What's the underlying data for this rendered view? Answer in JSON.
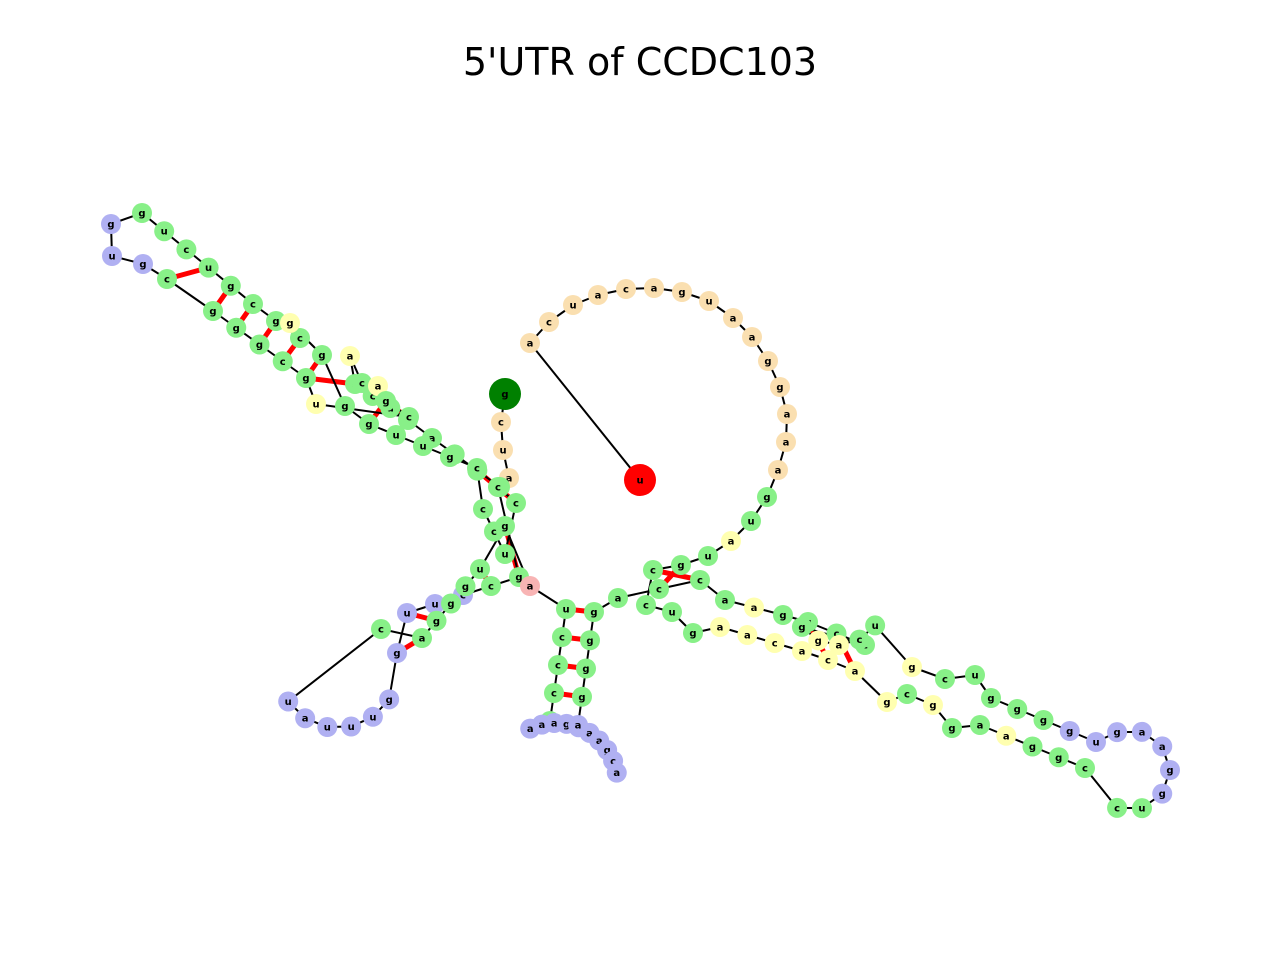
{
  "title": "5'UTR of CCDC103",
  "colors": {
    "stem": "#88f088",
    "hairpin_loop": "#b0b0f2",
    "internal_loop": "#ffffb0",
    "exterior": "#fadfb0",
    "multiloop": "#f8b4b4",
    "start_marker": "#008000",
    "end_marker": "#ff0000",
    "pair_bond": "#ff0000",
    "backbone": "#000000"
  },
  "nucleotides": [
    {
      "base": "g",
      "type": "start"
    },
    {
      "base": "c",
      "type": "exterior"
    },
    {
      "base": "u",
      "type": "exterior"
    },
    {
      "base": "a",
      "type": "exterior"
    },
    {
      "base": "g",
      "type": "stem"
    },
    {
      "base": "c",
      "type": "stem"
    },
    {
      "base": "g",
      "type": "stem"
    },
    {
      "base": "a",
      "type": "stem"
    },
    {
      "base": "c",
      "type": "stem"
    },
    {
      "base": "a",
      "type": "stem"
    },
    {
      "base": "c",
      "type": "stem"
    },
    {
      "base": "c",
      "type": "stem"
    },
    {
      "base": "a",
      "type": "internal"
    },
    {
      "base": "c",
      "type": "stem"
    },
    {
      "base": "a",
      "type": "internal"
    },
    {
      "base": "g",
      "type": "stem"
    },
    {
      "base": "c",
      "type": "stem"
    },
    {
      "base": "u",
      "type": "internal"
    },
    {
      "base": "g",
      "type": "stem"
    },
    {
      "base": "c",
      "type": "stem"
    },
    {
      "base": "g",
      "type": "stem"
    },
    {
      "base": "g",
      "type": "stem"
    },
    {
      "base": "g",
      "type": "stem"
    },
    {
      "base": "c",
      "type": "stem"
    },
    {
      "base": "g",
      "type": "hairpin"
    },
    {
      "base": "u",
      "type": "hairpin"
    },
    {
      "base": "g",
      "type": "hairpin"
    },
    {
      "base": "g",
      "type": "stem"
    },
    {
      "base": "u",
      "type": "stem"
    },
    {
      "base": "c",
      "type": "stem"
    },
    {
      "base": "u",
      "type": "stem"
    },
    {
      "base": "g",
      "type": "stem"
    },
    {
      "base": "c",
      "type": "stem"
    },
    {
      "base": "g",
      "type": "stem"
    },
    {
      "base": "c",
      "type": "stem"
    },
    {
      "base": "g",
      "type": "internal"
    },
    {
      "base": "g",
      "type": "stem"
    },
    {
      "base": "g",
      "type": "stem"
    },
    {
      "base": "g",
      "type": "stem"
    },
    {
      "base": "u",
      "type": "stem"
    },
    {
      "base": "u",
      "type": "stem"
    },
    {
      "base": "g",
      "type": "stem"
    },
    {
      "base": "c",
      "type": "stem"
    },
    {
      "base": "c",
      "type": "stem"
    },
    {
      "base": "c",
      "type": "stem"
    },
    {
      "base": "u",
      "type": "stem"
    },
    {
      "base": "c",
      "type": "stem"
    },
    {
      "base": "c",
      "type": "stem"
    },
    {
      "base": "g",
      "type": "stem"
    },
    {
      "base": "c",
      "type": "stem"
    },
    {
      "base": "c",
      "type": "hairpin"
    },
    {
      "base": "u",
      "type": "hairpin"
    },
    {
      "base": "u",
      "type": "hairpin"
    },
    {
      "base": "g",
      "type": "hairpin"
    },
    {
      "base": "g",
      "type": "hairpin"
    },
    {
      "base": "u",
      "type": "hairpin"
    },
    {
      "base": "u",
      "type": "hairpin"
    },
    {
      "base": "u",
      "type": "hairpin"
    },
    {
      "base": "a",
      "type": "hairpin"
    },
    {
      "base": "u",
      "type": "hairpin"
    },
    {
      "base": "c",
      "type": "stem"
    },
    {
      "base": "a",
      "type": "stem"
    },
    {
      "base": "g",
      "type": "stem"
    },
    {
      "base": "g",
      "type": "stem"
    },
    {
      "base": "g",
      "type": "stem"
    },
    {
      "base": "u",
      "type": "stem"
    },
    {
      "base": "g",
      "type": "stem"
    },
    {
      "base": "a",
      "type": "multiloop"
    },
    {
      "base": "u",
      "type": "stem"
    },
    {
      "base": "c",
      "type": "stem"
    },
    {
      "base": "c",
      "type": "stem"
    },
    {
      "base": "c",
      "type": "stem"
    },
    {
      "base": "c",
      "type": "stem"
    },
    {
      "base": "a",
      "type": "hairpin"
    },
    {
      "base": "a",
      "type": "hairpin"
    },
    {
      "base": "a",
      "type": "hairpin"
    },
    {
      "base": "g",
      "type": "hairpin"
    },
    {
      "base": "a",
      "type": "hairpin"
    },
    {
      "base": "a",
      "type": "hairpin"
    },
    {
      "base": "a",
      "type": "hairpin"
    },
    {
      "base": "g",
      "type": "hairpin"
    },
    {
      "base": "c",
      "type": "hairpin"
    },
    {
      "base": "a",
      "type": "hairpin"
    },
    {
      "base": "a",
      "type": "hairpin"
    },
    {
      "base": "g",
      "type": "stem"
    },
    {
      "base": "g",
      "type": "stem"
    },
    {
      "base": "g",
      "type": "stem"
    },
    {
      "base": "g",
      "type": "stem"
    },
    {
      "base": "a",
      "type": "stem"
    },
    {
      "base": "c",
      "type": "stem"
    },
    {
      "base": "c",
      "type": "stem"
    },
    {
      "base": "a",
      "type": "stem"
    },
    {
      "base": "a",
      "type": "internal"
    },
    {
      "base": "g",
      "type": "stem"
    },
    {
      "base": "g",
      "type": "stem"
    },
    {
      "base": "c",
      "type": "stem"
    },
    {
      "base": "c",
      "type": "stem"
    },
    {
      "base": "g",
      "type": "stem"
    },
    {
      "base": "g",
      "type": "internal"
    },
    {
      "base": "a",
      "type": "internal"
    },
    {
      "base": "c",
      "type": "stem"
    },
    {
      "base": "u",
      "type": "stem"
    },
    {
      "base": "g",
      "type": "internal"
    },
    {
      "base": "c",
      "type": "stem"
    },
    {
      "base": "u",
      "type": "stem"
    },
    {
      "base": "g",
      "type": "stem"
    },
    {
      "base": "g",
      "type": "stem"
    },
    {
      "base": "g",
      "type": "stem"
    },
    {
      "base": "g",
      "type": "hairpin"
    },
    {
      "base": "u",
      "type": "hairpin"
    },
    {
      "base": "g",
      "type": "hairpin"
    },
    {
      "base": "a",
      "type": "hairpin"
    },
    {
      "base": "a",
      "type": "hairpin"
    },
    {
      "base": "g",
      "type": "hairpin"
    },
    {
      "base": "g",
      "type": "hairpin"
    },
    {
      "base": "u",
      "type": "stem"
    },
    {
      "base": "c",
      "type": "stem"
    },
    {
      "base": "c",
      "type": "stem"
    },
    {
      "base": "g",
      "type": "stem"
    },
    {
      "base": "g",
      "type": "stem"
    },
    {
      "base": "a",
      "type": "internal"
    },
    {
      "base": "a",
      "type": "stem"
    },
    {
      "base": "g",
      "type": "stem"
    },
    {
      "base": "g",
      "type": "internal"
    },
    {
      "base": "c",
      "type": "stem"
    },
    {
      "base": "g",
      "type": "internal"
    },
    {
      "base": "a",
      "type": "internal"
    },
    {
      "base": "c",
      "type": "internal"
    },
    {
      "base": "a",
      "type": "internal"
    },
    {
      "base": "c",
      "type": "internal"
    },
    {
      "base": "a",
      "type": "internal"
    },
    {
      "base": "a",
      "type": "internal"
    },
    {
      "base": "g",
      "type": "stem"
    },
    {
      "base": "u",
      "type": "stem"
    },
    {
      "base": "c",
      "type": "stem"
    },
    {
      "base": "c",
      "type": "stem"
    },
    {
      "base": "g",
      "type": "stem"
    },
    {
      "base": "u",
      "type": "stem"
    },
    {
      "base": "a",
      "type": "internal"
    },
    {
      "base": "u",
      "type": "stem"
    },
    {
      "base": "g",
      "type": "stem"
    },
    {
      "base": "a",
      "type": "exterior"
    },
    {
      "base": "a",
      "type": "exterior"
    },
    {
      "base": "a",
      "type": "exterior"
    },
    {
      "base": "g",
      "type": "exterior"
    },
    {
      "base": "g",
      "type": "exterior"
    },
    {
      "base": "a",
      "type": "exterior"
    },
    {
      "base": "a",
      "type": "exterior"
    },
    {
      "base": "u",
      "type": "exterior"
    },
    {
      "base": "g",
      "type": "exterior"
    },
    {
      "base": "a",
      "type": "exterior"
    },
    {
      "base": "c",
      "type": "exterior"
    },
    {
      "base": "a",
      "type": "exterior"
    },
    {
      "base": "u",
      "type": "exterior"
    },
    {
      "base": "c",
      "type": "exterior"
    },
    {
      "base": "a",
      "type": "exterior"
    },
    {
      "base": "u",
      "type": "exterior"
    },
    {
      "base": "c",
      "type": "exterior"
    },
    {
      "base": "a",
      "type": "exterior"
    },
    {
      "base": "a",
      "type": "exterior"
    },
    {
      "base": "c",
      "type": "exterior"
    },
    {
      "base": "u",
      "type": "end"
    }
  ],
  "base_pairs": [
    [
      4,
      8
    ],
    [
      5,
      9
    ],
    [
      6,
      10
    ],
    [
      7,
      11
    ],
    [
      8,
      13
    ],
    [
      9,
      15
    ],
    [
      10,
      16
    ],
    [
      11,
      18
    ],
    [
      4,
      47
    ],
    [
      5,
      46
    ],
    [
      6,
      45
    ],
    [
      7,
      44
    ],
    [
      8,
      43
    ],
    [
      9,
      42
    ],
    [
      10,
      41
    ],
    [
      11,
      40
    ],
    [
      13,
      39
    ],
    [
      15,
      38
    ],
    [
      16,
      37
    ],
    [
      18,
      36
    ],
    [
      19,
      34
    ],
    [
      20,
      33
    ],
    [
      21,
      32
    ],
    [
      22,
      31
    ],
    [
      23,
      30
    ],
    [
      48,
      66
    ],
    [
      49,
      65
    ],
    [
      50,
      64
    ],
    [
      51,
      63
    ],
    [
      52,
      62
    ],
    [
      53,
      61
    ],
    [
      68,
      87
    ],
    [
      69,
      86
    ],
    [
      70,
      85
    ],
    [
      71,
      84
    ],
    [
      72,
      83
    ],
    [
      88,
      137
    ],
    [
      89,
      136
    ],
    [
      90,
      135
    ],
    [
      91,
      134
    ],
    [
      92,
      133
    ],
    [
      94,
      127
    ],
    [
      95,
      126
    ],
    [
      96,
      125
    ],
    [
      97,
      123
    ],
    [
      98,
      122
    ],
    [
      101,
      120
    ],
    [
      102,
      119
    ],
    [
      104,
      118
    ],
    [
      105,
      117
    ],
    [
      106,
      116
    ],
    [
      107,
      115
    ],
    [
      108,
      114
    ]
  ]
}
